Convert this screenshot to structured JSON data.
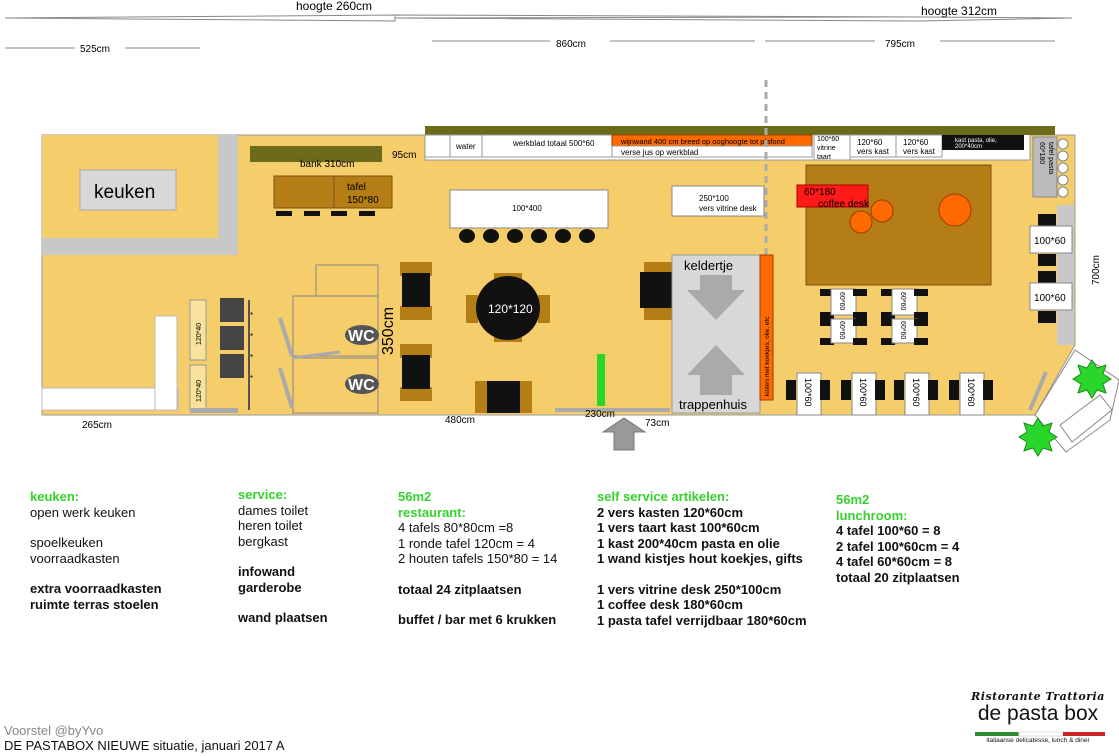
{
  "dims": {
    "hoogte_left": "hoogte 260cm",
    "hoogte_right": "hoogte 312cm",
    "d525": "525cm",
    "d860": "860cm",
    "d795": "795cm",
    "d95": "95cm",
    "d265": "265cm",
    "d480": "480cm",
    "d230": "230cm",
    "d73": "73cm",
    "d700": "700cm",
    "d350": "350cm"
  },
  "plan": {
    "keuken": "keuken",
    "bank": "bank 310cm",
    "tafel_line1": "tafel",
    "tafel_line2": "150*80",
    "water": "water",
    "werkblad": "werkblad totaal 500*60",
    "wijnwand": "wijnwand 400 cm breed op ooghoogte tot plafond",
    "versejus": "verse jus op werkblad",
    "vitrine_taart_1": "100*60",
    "vitrine_taart_2": "vitrine",
    "vitrine_taart_3": "taart",
    "verskast1_1": "120*60",
    "verskast1_2": "vers kast",
    "verskast2_1": "120*60",
    "verskast2_2": "vers kast",
    "kastpasta_1": "kast pasta, olie,",
    "kastpasta_2": "200*40cm",
    "tafelpasta_1": "60*180",
    "tafelpasta_2": "tafel pasta",
    "bar": "100*400",
    "vitrinedesk_1": "250*100",
    "vitrinedesk_2": "vers vitrine desk",
    "coffee_1": "60*180",
    "coffee_2": "coffee desk",
    "round": "120*120",
    "wc": "WC",
    "wc2": "WC",
    "keldertje": "keldertje",
    "trappenhuis": "trappenhuis",
    "kisten": "kisten met koekjes, olie, etc",
    "r100x60a": "100*60",
    "r100x60b": "100*60",
    "s60x60": "60*60",
    "s100x60": "100*60",
    "k120x40": "120*40"
  },
  "legend": {
    "keuken": {
      "title": "keuken:",
      "l1": "open werk keuken",
      "l2": "spoelkeuken",
      "l3": "voorraadkasten",
      "b1": "extra voorraadkasten",
      "b2": "ruimte terras stoelen"
    },
    "service": {
      "title": "service:",
      "l1": "dames toilet",
      "l2": "heren toilet",
      "l3": "bergkast",
      "b1": "infowand",
      "b2": "garderobe",
      "b3": "wand plaatsen"
    },
    "restaurant": {
      "t1": "56m2",
      "t2": "restaurant:",
      "l1": "4 tafels 80*80cm =8",
      "l2": "1 ronde tafel 120cm = 4",
      "l3": "2 houten tafels 150*80 = 14",
      "b1": "totaal 24 zitplaatsen",
      "b2": "buffet / bar met 6 krukken"
    },
    "selfservice": {
      "title": "self service artikelen:",
      "b1": "2 vers kasten 120*60cm",
      "b2": "1 vers taart kast 100*60cm",
      "b3": "1 kast 200*40cm pasta en olie",
      "b4": "1 wand kistjes hout koekjes, gifts",
      "b5": "1 vers vitrine desk 250*100cm",
      "b6": "1 coffee desk 180*60cm",
      "b7": "1 pasta tafel verrijdbaar 180*60cm"
    },
    "lunchroom": {
      "t1": "56m2",
      "t2": "lunchroom:",
      "b1": "4 tafel 100*60 = 8",
      "b2": "2 tafel 100*60cm = 4",
      "b3": "4 tafel 60*60cm = 8",
      "b4": "totaal 20 zitplaatsen"
    }
  },
  "footer": {
    "voorstel": "Voorstel @byYvo",
    "title": "DE PASTABOX NIEUWE situatie, januari 2017  A"
  },
  "brand": {
    "script": "Ristorante Trattoria",
    "name": "de pasta box",
    "tagline": "italiaanse delicatesse, lunch & diner"
  },
  "colors": {
    "floor": "#f5cd6a",
    "wood": "#b47d15",
    "counter_bar": "#6b6b1a",
    "accent_green": "#36d12b",
    "wine_orange": "#ff6a00",
    "coffee_red": "#ff1a1a"
  }
}
